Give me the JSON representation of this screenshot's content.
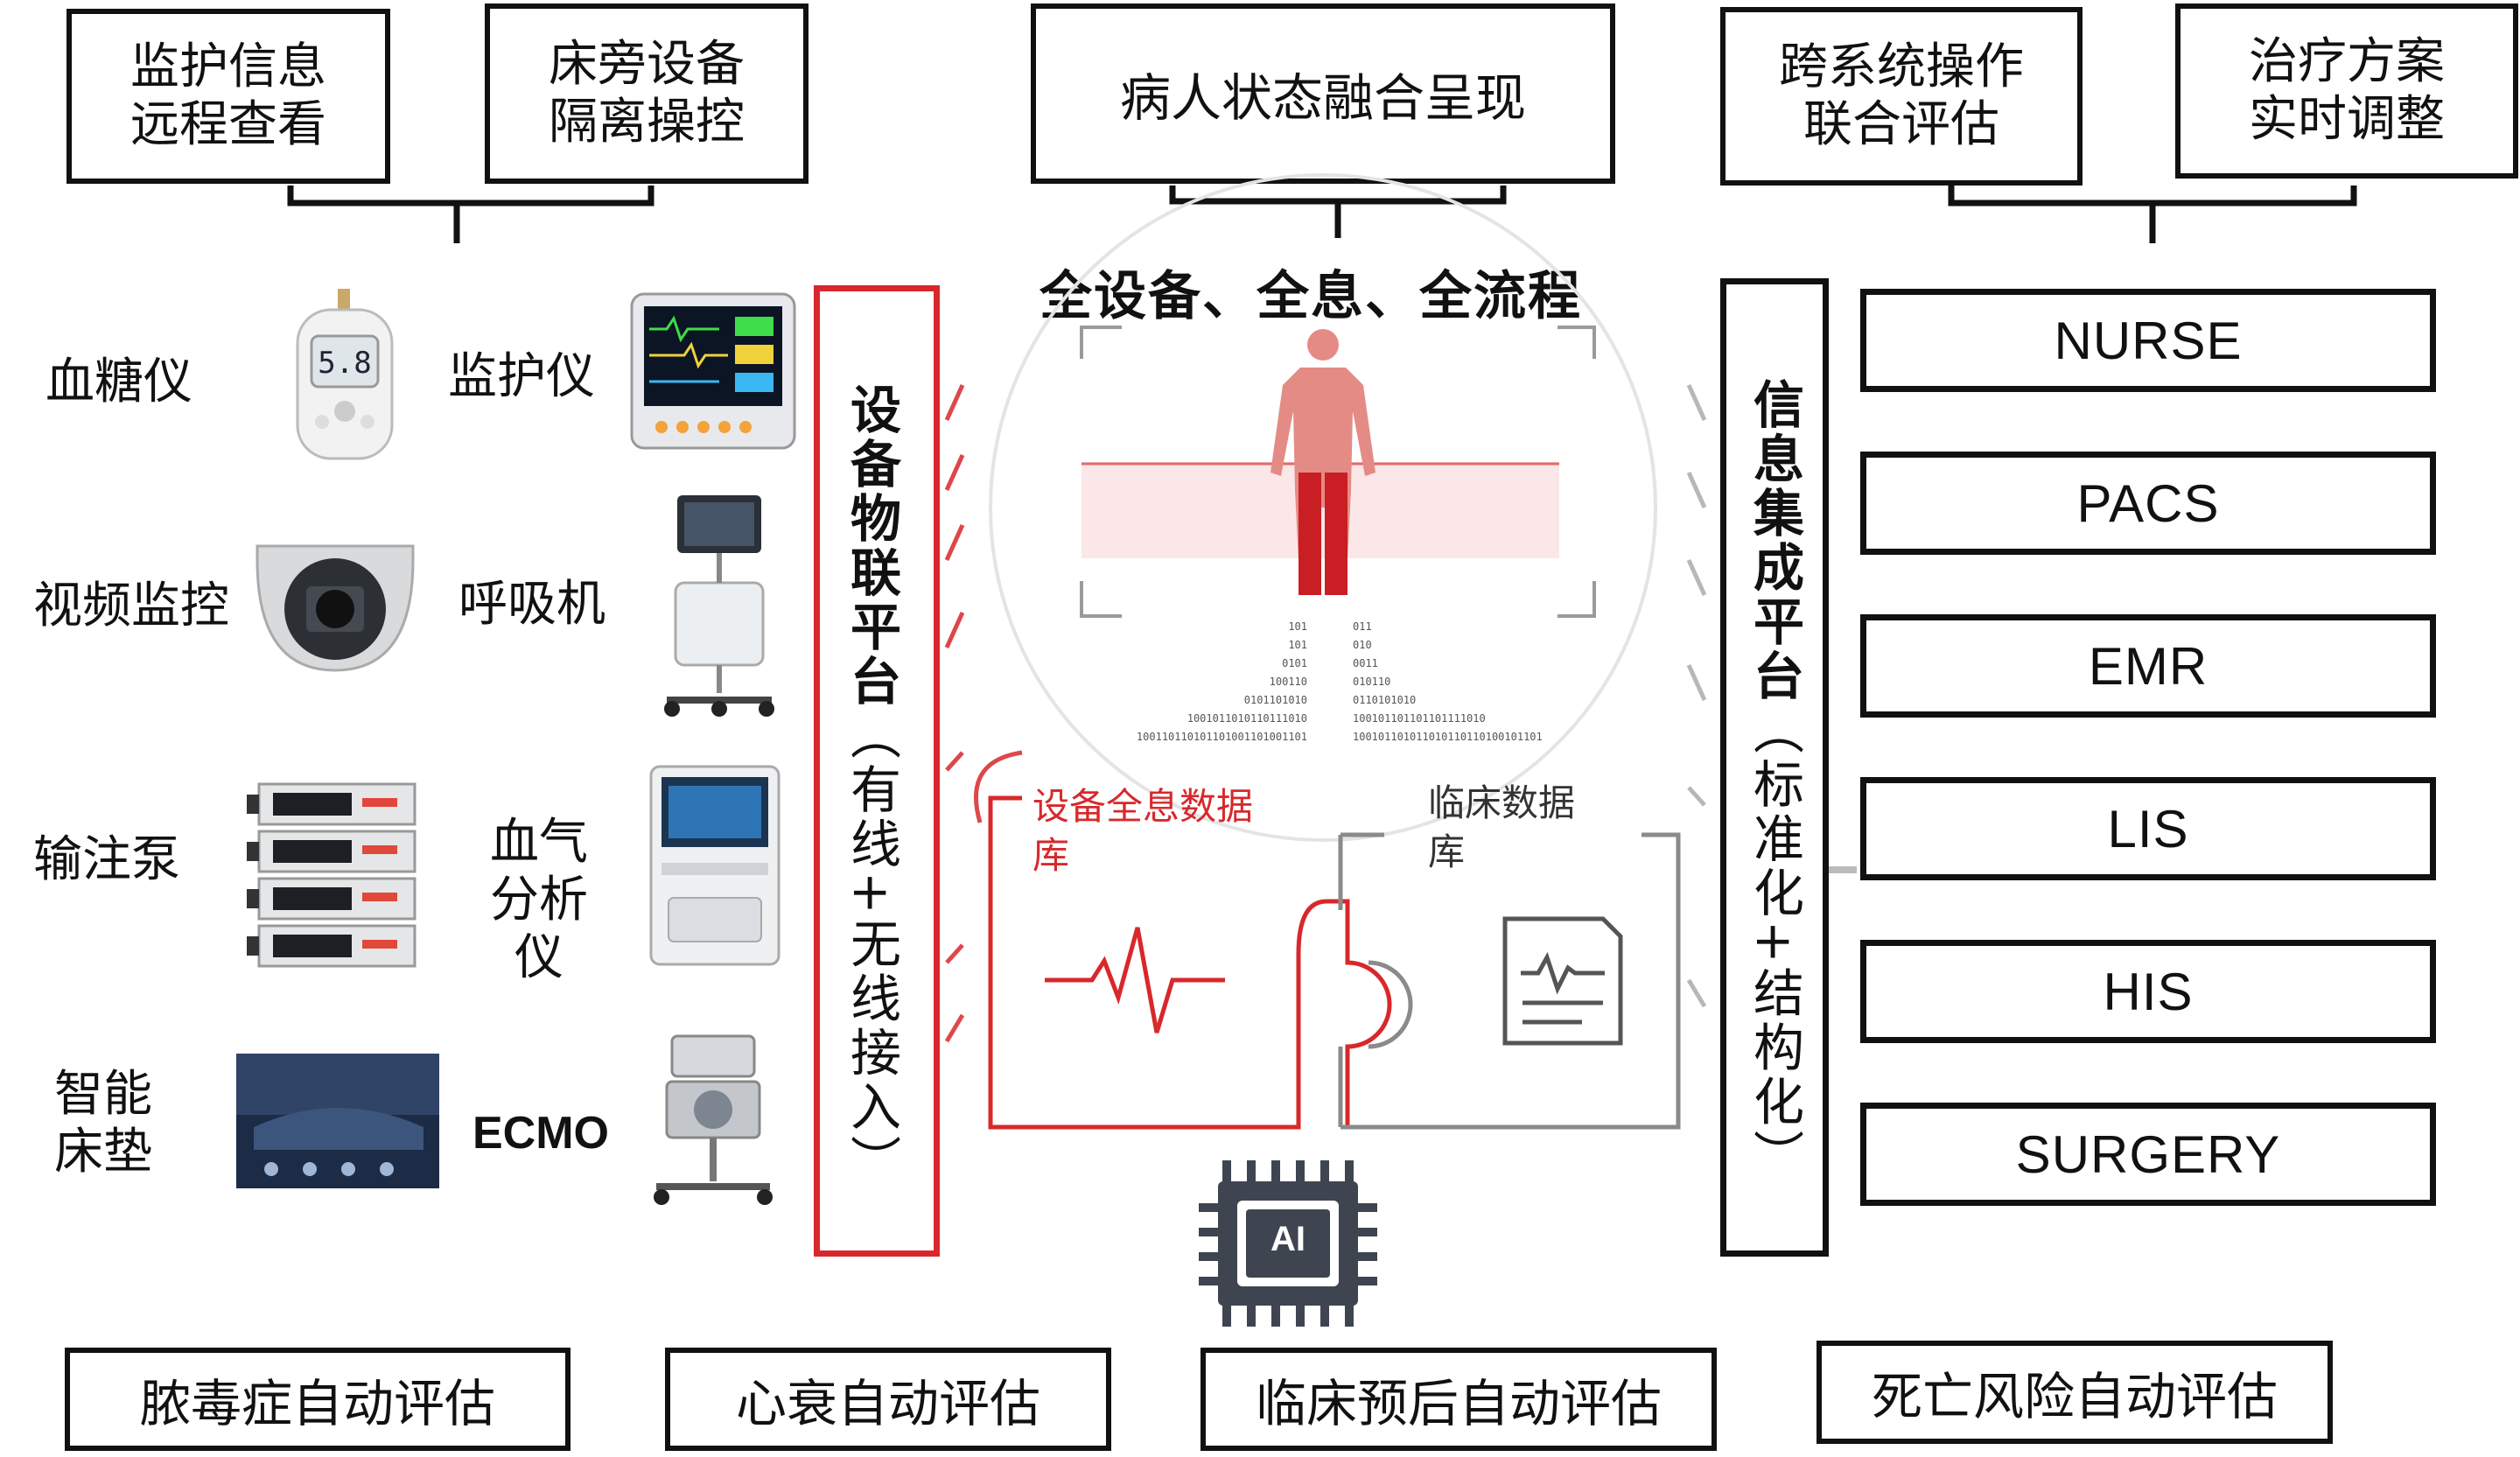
{
  "top": {
    "remote_view": [
      "监护信息",
      "远程查看"
    ],
    "bedside_control": [
      "床旁设备",
      "隔离操控"
    ],
    "patient_fusion": "病人状态融合呈现",
    "cross_system": [
      "跨系统操作",
      "联合评估"
    ],
    "treatment_adjust": [
      "治疗方案",
      "实时调整"
    ]
  },
  "devices": {
    "glucose": "血糖仪",
    "monitor": "监护仪",
    "video": "视频监控",
    "ventilator": "呼吸机",
    "infusion": "输注泵",
    "blood_gas": [
      "血气",
      "分析",
      "仪"
    ],
    "mattress": [
      "智能",
      "床垫"
    ],
    "ecmo": "ECMO",
    "glucose_screen": "5.8"
  },
  "iot_platform": {
    "title": "设备物联平台",
    "subtitle": "（有线+无线接入）"
  },
  "center": {
    "heading": "全设备、全息、全流程",
    "device_db": [
      "设备全息数据",
      "库"
    ],
    "clinical_db": [
      "临床数据",
      "库"
    ],
    "ai_label": "AI",
    "binary_left": [
      "101",
      "101",
      "0101",
      "100110",
      "0101101010",
      "1001011010110111010",
      "100110110101101001101001101"
    ],
    "binary_right": [
      "011",
      "010",
      "0011",
      "010110",
      "0110101010",
      "100101101101101111010",
      "100101101011010110110100101101"
    ]
  },
  "info_platform": {
    "title": "信息集成平台",
    "subtitle": "（标准化+结构化）"
  },
  "systems": [
    "NURSE",
    "PACS",
    "EMR",
    "LIS",
    "HIS",
    "SURGERY"
  ],
  "assessments": [
    "脓毒症自动评估",
    "心衰自动评估",
    "临床预后自动评估",
    "死亡风险自动评估"
  ],
  "colors": {
    "accent_red": "#d8282b",
    "line": "#111111",
    "gray": "#8a8a8a"
  }
}
